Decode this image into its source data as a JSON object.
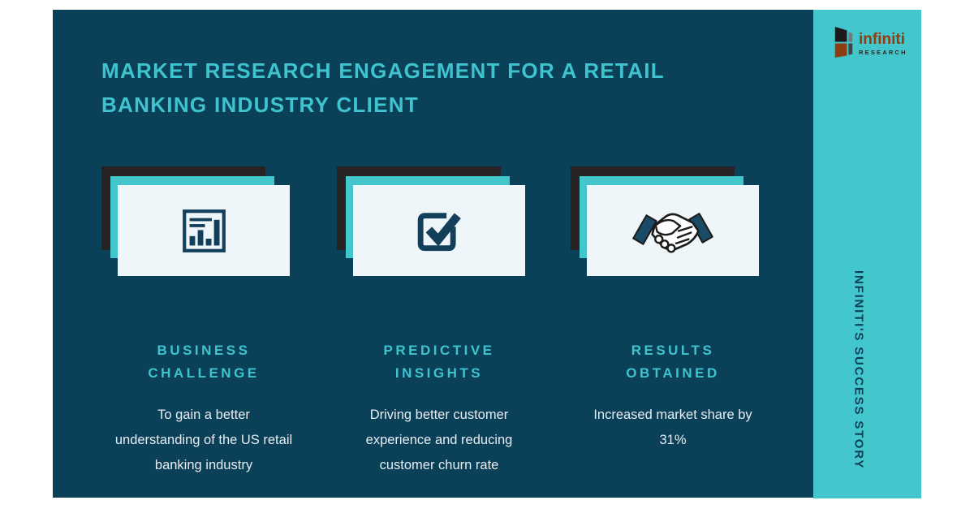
{
  "slide": {
    "title_lines": [
      "MARKET RESEARCH ENGAGEMENT FOR A RETAIL",
      "BANKING INDUSTRY CLIENT"
    ]
  },
  "logo": {
    "brand": "infiniti",
    "sub": "RESEARCH"
  },
  "sidebar": {
    "label": "INFINITI'S SUCCESS STORY"
  },
  "columns": [
    {
      "icon": "bar-chart-icon",
      "heading_lines": [
        "BUSINESS",
        "CHALLENGE"
      ],
      "body_lines": [
        "To gain a better",
        "understanding of the US retail",
        "banking industry"
      ]
    },
    {
      "icon": "checkbox-checked-icon",
      "heading_lines": [
        "PREDICTIVE",
        "INSIGHTS"
      ],
      "body_lines": [
        "Driving better customer",
        "experience and reducing",
        "customer churn rate"
      ]
    },
    {
      "icon": "handshake-icon",
      "heading_lines": [
        "RESULTS",
        "OBTAINED"
      ],
      "body_lines": [
        "Increased market share by",
        "31%"
      ]
    }
  ],
  "colors": {
    "panel_navy": "#0a4159",
    "accent_teal": "#44c6cd",
    "title_teal": "#3ec3cf",
    "card_white": "#eff6fa",
    "card_shadow_dark": "#272223",
    "icon_navy": "#133f5b",
    "body_text": "#e7edf2",
    "logo_rust": "#943c10"
  }
}
